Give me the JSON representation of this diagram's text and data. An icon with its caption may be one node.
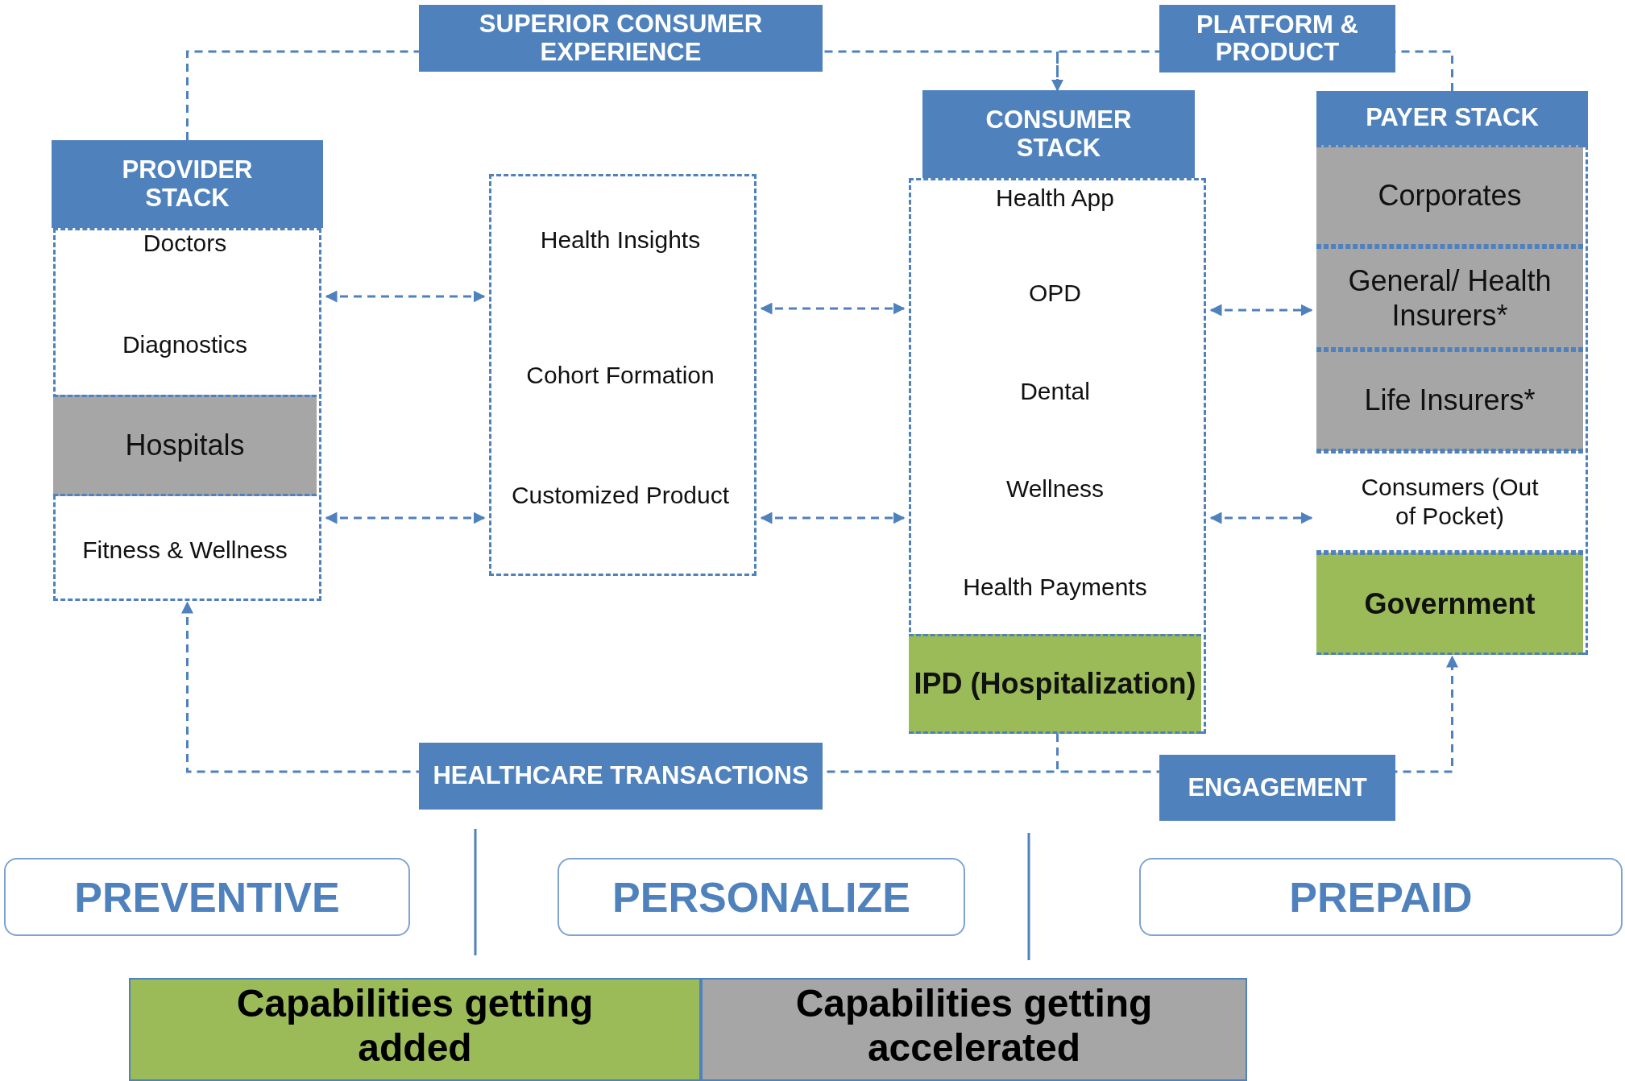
{
  "diagram": {
    "nodes": [
      {
        "text": [
          "PROVIDER STACK"
        ]
      },
      {
        "text": [
          "Doctors"
        ],
        "in": 0
      },
      {
        "text": [
          "Diagnostics"
        ],
        "in": 0
      },
      {
        "text": [
          "Hospitals"
        ],
        "in": 0
      },
      {
        "text": [
          "Fitness & Wellness"
        ],
        "in": 0
      },
      {
        "text": [],
        "shape": "box"
      },
      {
        "text": [
          "Health Insights"
        ],
        "in": 5
      },
      {
        "text": [
          "Cohort Formation"
        ],
        "in": 5
      },
      {
        "text": [
          "Customized Product"
        ],
        "in": 5
      },
      {
        "text": [
          "CONSUMER STACK"
        ]
      },
      {
        "text": [
          "Health App"
        ],
        "in": 9
      },
      {
        "text": [
          "OPD"
        ],
        "in": 9
      },
      {
        "text": [
          "Dental"
        ],
        "in": 9
      },
      {
        "text": [
          "Wellness"
        ],
        "in": 9
      },
      {
        "text": [
          "Health Payments"
        ],
        "in": 9
      },
      {
        "text": [
          "IPD (Hospitalization)"
        ],
        "in": 9
      },
      {
        "text": [
          "PAYER STACK"
        ]
      },
      {
        "text": [
          "Corporates"
        ],
        "in": 16
      },
      {
        "text": [
          "General/ Health Insurers*"
        ],
        "in": 16
      },
      {
        "text": [
          "Life Insurers*"
        ],
        "in": 16
      },
      {
        "text": [
          "Consumers (Out of Pocket)"
        ],
        "in": 16
      },
      {
        "text": [
          "Government"
        ],
        "in": 16
      },
      {
        "text": [
          "PREVENTIVE"
        ]
      },
      {
        "text": [
          "PERSONALIZE"
        ]
      },
      {
        "text": [
          "PREPAID"
        ]
      }
    ],
    "edges": [
      {
        "from": 0,
        "to": 5,
        "arrow": "both",
        "style": "dashed"
      },
      {
        "from": 0,
        "to": 5,
        "arrow": "both",
        "style": "dashed"
      },
      {
        "from": 5,
        "to": 9,
        "arrow": "both",
        "style": "dashed"
      },
      {
        "from": 5,
        "to": 9,
        "arrow": "both",
        "style": "dashed"
      },
      {
        "from": 9,
        "to": 16,
        "arrow": "both",
        "style": "dashed"
      },
      {
        "from": 9,
        "to": 16,
        "arrow": "both",
        "style": "dashed"
      },
      {
        "from": 0,
        "to": 9,
        "arrow": "to",
        "style": "dashed",
        "label": "SUPERIOR CONSUMER EXPERIENCE"
      },
      {
        "from": 16,
        "to": 9,
        "arrow": "to",
        "style": "dashed",
        "label": "PLATFORM & PRODUCT"
      },
      {
        "from": 15,
        "to": 0,
        "arrow": "to",
        "style": "dashed",
        "label": "HEALTHCARE TRANSACTIONS"
      },
      {
        "from": 15,
        "to": 21,
        "arrow": "to",
        "style": "dashed",
        "label": "ENGAGEMENT"
      }
    ],
    "legend": [
      {
        "text": "Capabilities getting added",
        "color": "#9bbb59"
      },
      {
        "text": "Capabilities getting accelerated",
        "color": "#a6a6a6"
      }
    ]
  }
}
